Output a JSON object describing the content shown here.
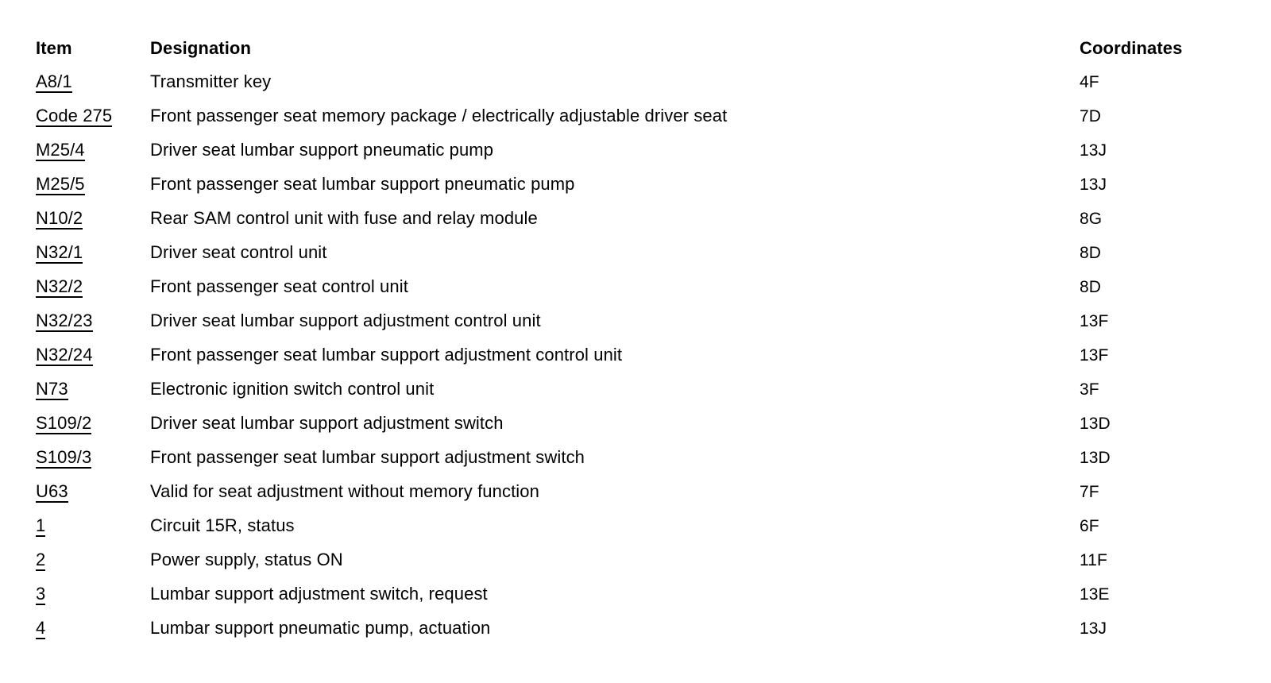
{
  "document": {
    "type": "wiring-diagram-legend",
    "background_color": "#ffffff",
    "text_color": "#000000"
  },
  "table": {
    "headers": {
      "item": "Item",
      "designation": "Designation",
      "coordinates": "Coordinates"
    },
    "rows": [
      {
        "item": "A8/1",
        "designation": "Transmitter key",
        "coordinates": "4F"
      },
      {
        "item": "Code 275",
        "designation": "Front passenger seat memory package / electrically adjustable driver seat",
        "coordinates": "7D"
      },
      {
        "item": "M25/4",
        "designation": "Driver seat lumbar support pneumatic pump",
        "coordinates": "13J"
      },
      {
        "item": "M25/5",
        "designation": "Front passenger seat lumbar support pneumatic pump",
        "coordinates": "13J"
      },
      {
        "item": "N10/2",
        "designation": "Rear SAM control unit with fuse and relay module",
        "coordinates": "8G"
      },
      {
        "item": "N32/1",
        "designation": "Driver seat control unit",
        "coordinates": "8D"
      },
      {
        "item": "N32/2",
        "designation": "Front passenger seat control unit",
        "coordinates": "8D"
      },
      {
        "item": "N32/23",
        "designation": "Driver seat lumbar support adjustment control unit",
        "coordinates": "13F"
      },
      {
        "item": "N32/24",
        "designation": "Front passenger seat lumbar support adjustment control unit",
        "coordinates": "13F"
      },
      {
        "item": "N73",
        "designation": "Electronic ignition switch control unit",
        "coordinates": "3F"
      },
      {
        "item": "S109/2",
        "designation": "Driver seat lumbar support adjustment switch",
        "coordinates": "13D"
      },
      {
        "item": "S109/3",
        "designation": "Front passenger seat lumbar support adjustment switch",
        "coordinates": "13D"
      },
      {
        "item": "U63",
        "designation": "Valid for seat adjustment without memory function",
        "coordinates": "7F"
      },
      {
        "item": "1",
        "designation": "Circuit 15R, status",
        "coordinates": "6F"
      },
      {
        "item": "2",
        "designation": "Power supply, status ON",
        "coordinates": "11F"
      },
      {
        "item": "3",
        "designation": "Lumbar support adjustment switch, request",
        "coordinates": "13E"
      },
      {
        "item": "4",
        "designation": "Lumbar support pneumatic pump, actuation",
        "coordinates": "13J"
      }
    ]
  }
}
